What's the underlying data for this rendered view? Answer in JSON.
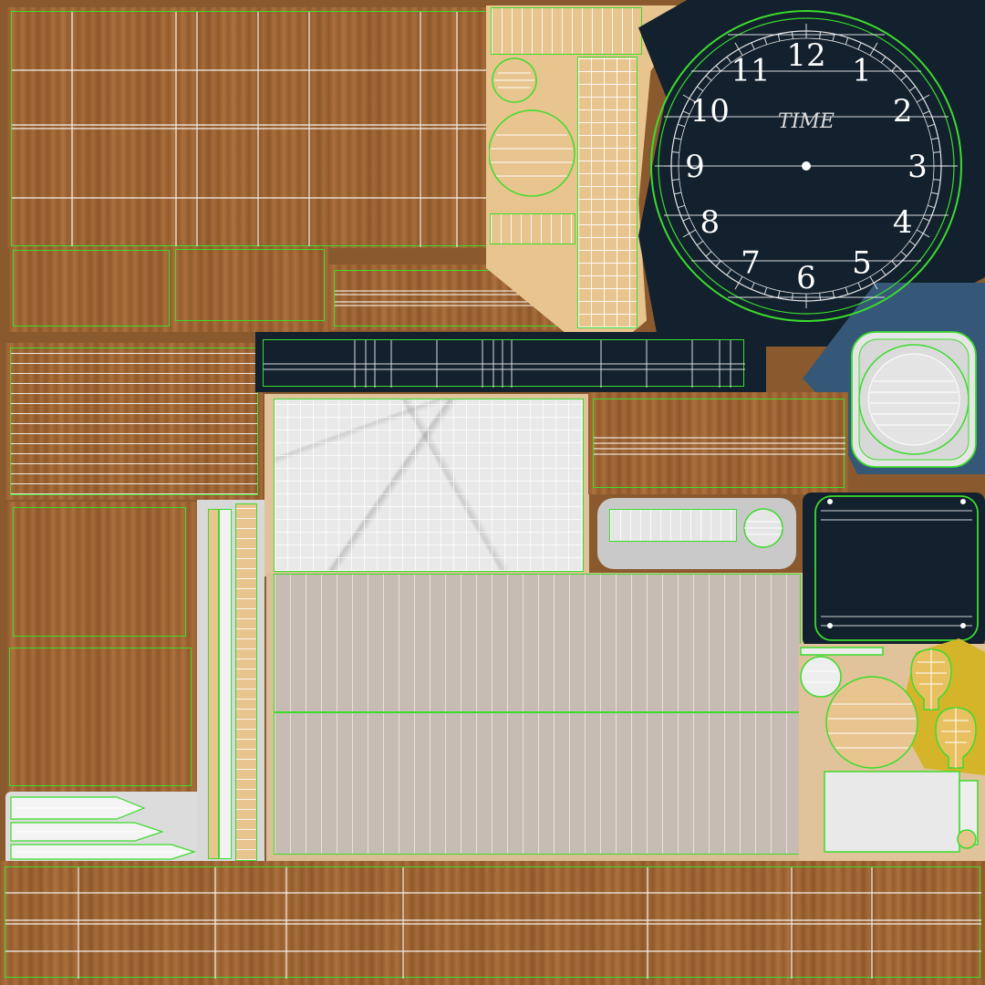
{
  "clock": {
    "numerals": [
      "12",
      "1",
      "2",
      "3",
      "4",
      "5",
      "6",
      "7",
      "8",
      "9",
      "10",
      "11"
    ],
    "label": "TIME"
  },
  "colors": {
    "wireframe": "#3bdc2c",
    "face": "#13202d",
    "wood": "#a66a36",
    "tan": "#e8c58e",
    "yellow": "#d4b52a",
    "slate": "#365878"
  }
}
